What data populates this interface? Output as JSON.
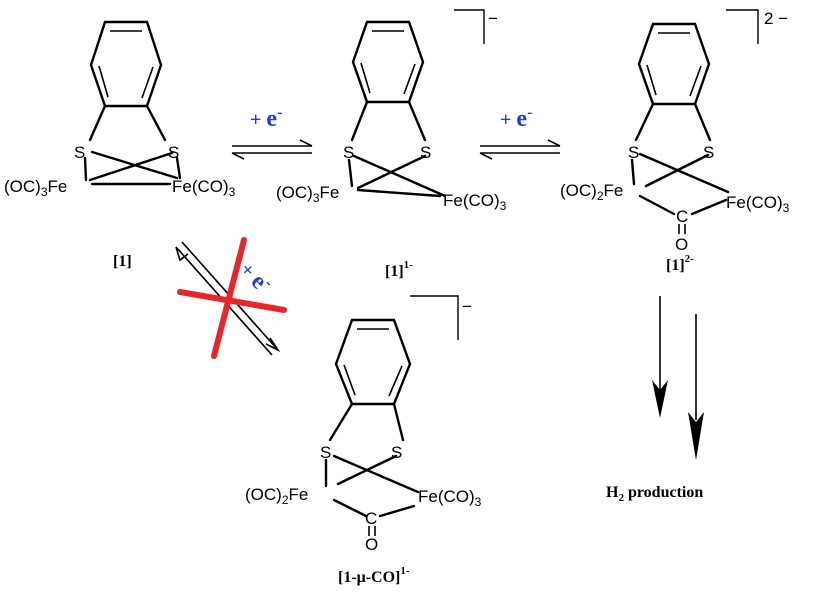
{
  "structures": {
    "s1": {
      "s_left": "S",
      "s_right": "S",
      "fe_left_pre": "(OC)",
      "fe_left_sub": "3",
      "fe_left_post": "Fe",
      "fe_right_pre": "Fe(CO)",
      "fe_right_sub": "3",
      "label": "[1]"
    },
    "s2": {
      "s_left": "S",
      "s_right": "S",
      "fe_left_pre": "(OC)",
      "fe_left_sub": "3",
      "fe_left_post": "Fe",
      "fe_right_pre": "Fe(CO)",
      "fe_right_sub": "3",
      "label_main": "[1]",
      "label_sup": "1-",
      "charge": "−"
    },
    "s3": {
      "s_left": "S",
      "s_right": "S",
      "fe_left_pre": "(OC)",
      "fe_left_sub": "2",
      "fe_left_post": "Fe",
      "fe_right_pre": "Fe(CO)",
      "fe_right_sub": "3",
      "bridge_c": "C",
      "bridge_o": "O",
      "label_main": "[1]",
      "label_sup": "2-",
      "charge": "2 −"
    },
    "s4": {
      "s_left": "S",
      "s_right": "S",
      "fe_left_pre": "(OC)",
      "fe_left_sub": "2",
      "fe_left_post": "Fe",
      "fe_right_pre": "Fe(CO)",
      "fe_right_sub": "3",
      "bridge_c": "C",
      "bridge_o": "O",
      "label_main": "[1-μ-CO]",
      "label_sup": "1-",
      "charge": "−"
    }
  },
  "arrows": {
    "a1": {
      "plus": "+",
      "e": "e",
      "sup": "-"
    },
    "a2": {
      "plus": "+",
      "e": "e",
      "sup": "-"
    },
    "a3": {
      "plus": "+",
      "e": "e",
      "sup": "-"
    }
  },
  "product": {
    "pre": "H",
    "sub": "2",
    "post": " production"
  },
  "colors": {
    "electron": "#1f3fd6",
    "cross": "#e8252a"
  }
}
